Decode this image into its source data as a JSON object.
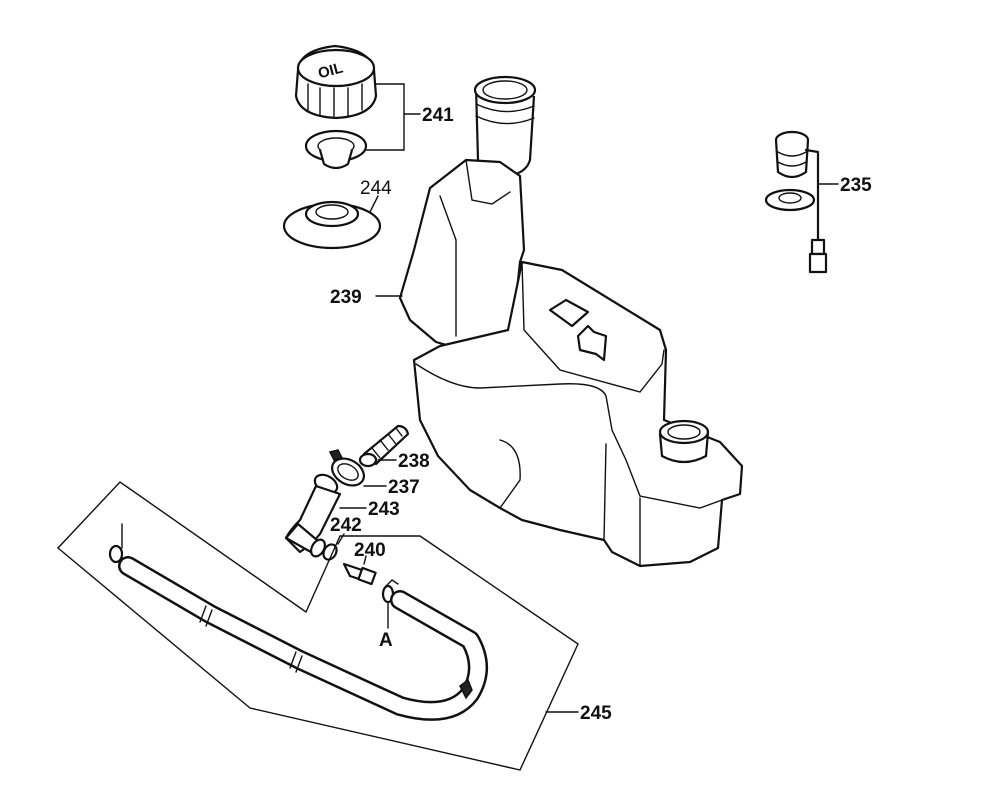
{
  "diagram": {
    "cap_text": "OIL",
    "callouts": {
      "c235": "235",
      "c237": "237",
      "c238": "238",
      "c239": "239",
      "c240": "240",
      "c241": "241",
      "c242": "242",
      "c243": "243",
      "c244": "244",
      "c245": "245",
      "cA": "A"
    }
  }
}
